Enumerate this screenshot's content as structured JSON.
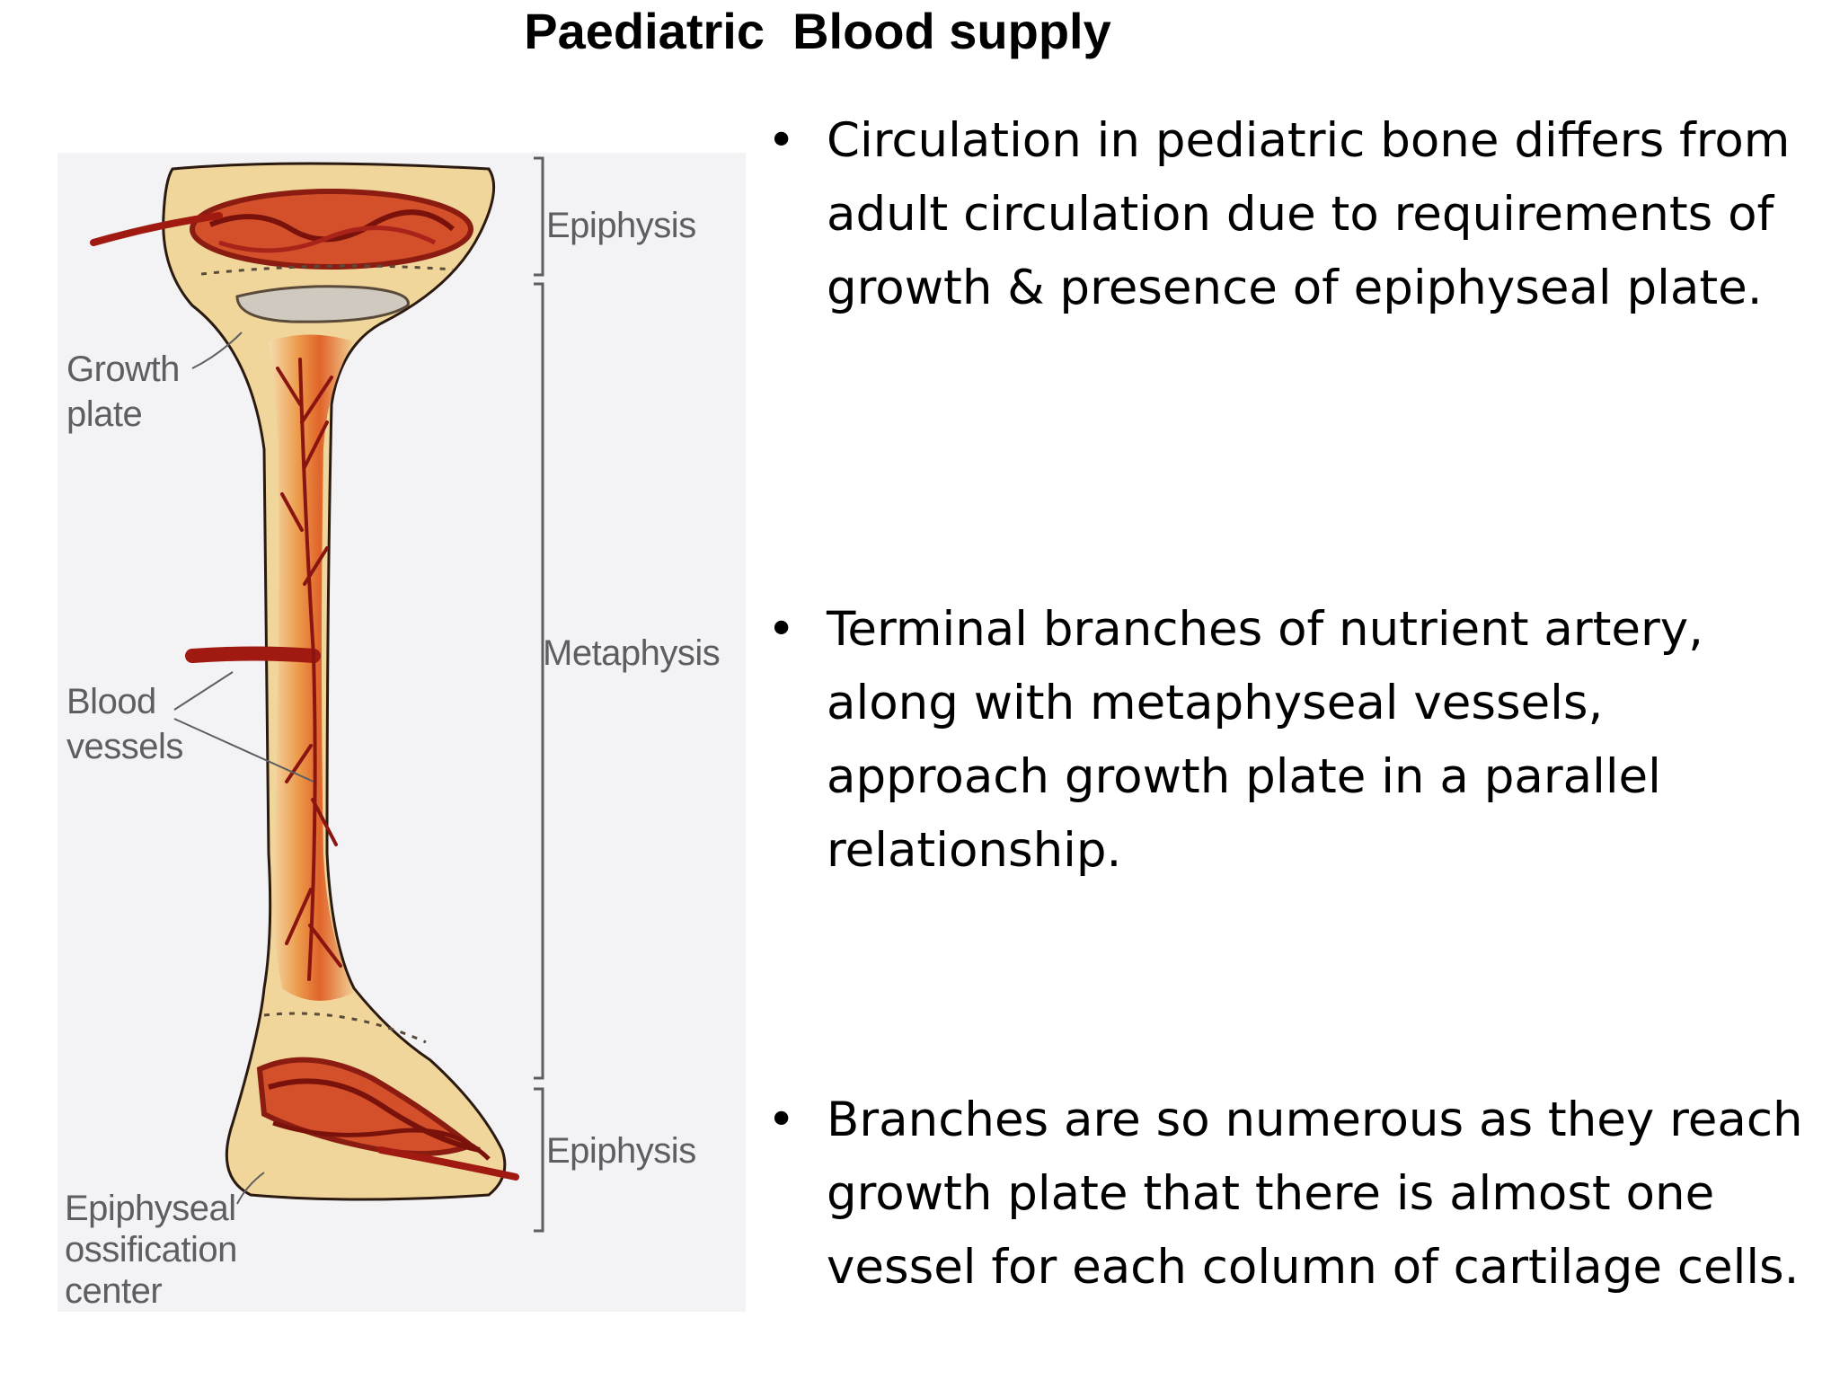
{
  "slide": {
    "title": "Paediatric  Blood supply"
  },
  "figure": {
    "labels": {
      "epiphysis_top": "Epiphysis",
      "metaphysis": "Metaphysis",
      "epiphysis_bottom": "Epiphysis",
      "growth_plate_1": "Growth",
      "growth_plate_2": "plate",
      "blood_vessels_1": "Blood",
      "blood_vessels_2": "vessels",
      "ossification_1": "Epiphyseal",
      "ossification_2": "ossification",
      "ossification_3": "center"
    },
    "colors": {
      "bone": "#f3d8a0",
      "marrow": "#e8882e",
      "vessel": "#a11a12",
      "background": "#f3f2f4"
    }
  },
  "bullets": [
    {
      "text": "Circulation in pediatric bone differs from adult circulation due to requirements of growth & presence of epiphyseal plate."
    },
    {
      "text": "Terminal branches of nutrient artery, along with metaphyseal vessels, approach growth plate in a parallel relationship."
    },
    {
      "text": "Branches are so numerous as they reach growth plate that there is almost one vessel for each column of cartilage cells."
    }
  ]
}
